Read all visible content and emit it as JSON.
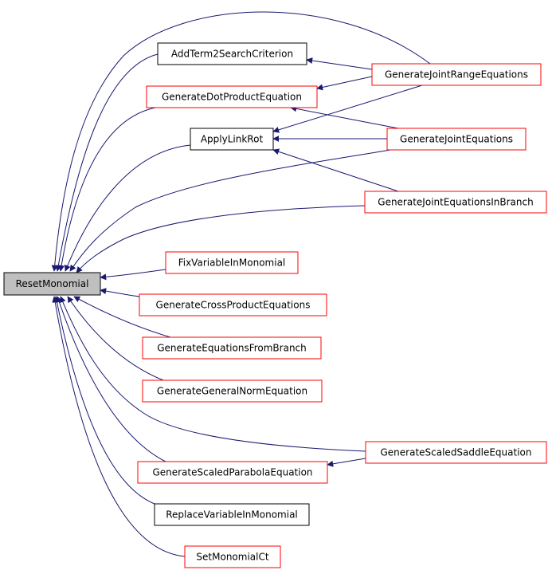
{
  "colors": {
    "edge": "#191970",
    "root_fill": "#bfbfbf",
    "root_border": "#000000",
    "caller_border_red": "#ff0000",
    "caller_border_black": "#000000",
    "text": "#000000",
    "background": "#ffffff"
  },
  "nodes": [
    {
      "id": "reset",
      "label": "ResetMonomial",
      "style": "root"
    },
    {
      "id": "addterm",
      "label": "AddTerm2SearchCriterion",
      "style": "black"
    },
    {
      "id": "gendot",
      "label": "GenerateDotProductEquation",
      "style": "red"
    },
    {
      "id": "applylink",
      "label": "ApplyLinkRot",
      "style": "black"
    },
    {
      "id": "genrange",
      "label": "GenerateJointRangeEquations",
      "style": "red"
    },
    {
      "id": "genjoint",
      "label": "GenerateJointEquations",
      "style": "red"
    },
    {
      "id": "genjointbranch",
      "label": "GenerateJointEquationsInBranch",
      "style": "red"
    },
    {
      "id": "fixvar",
      "label": "FixVariableInMonomial",
      "style": "red"
    },
    {
      "id": "gencross",
      "label": "GenerateCrossProductEquations",
      "style": "red"
    },
    {
      "id": "genfrombranch",
      "label": "GenerateEquationsFromBranch",
      "style": "red"
    },
    {
      "id": "gennorm",
      "label": "GenerateGeneralNormEquation",
      "style": "red"
    },
    {
      "id": "gensaddle",
      "label": "GenerateScaledSaddleEquation",
      "style": "red"
    },
    {
      "id": "genparabola",
      "label": "GenerateScaledParabolaEquation",
      "style": "red"
    },
    {
      "id": "replacevar",
      "label": "ReplaceVariableInMonomial",
      "style": "black"
    },
    {
      "id": "setct",
      "label": "SetMonomialCt",
      "style": "red"
    }
  ],
  "edges": [
    {
      "from": "addterm",
      "to": "reset"
    },
    {
      "from": "gendot",
      "to": "reset"
    },
    {
      "from": "applylink",
      "to": "reset"
    },
    {
      "from": "genrange",
      "to": "reset"
    },
    {
      "from": "genjoint",
      "to": "reset"
    },
    {
      "from": "genjointbranch",
      "to": "reset"
    },
    {
      "from": "fixvar",
      "to": "reset"
    },
    {
      "from": "gencross",
      "to": "reset"
    },
    {
      "from": "genfrombranch",
      "to": "reset"
    },
    {
      "from": "gennorm",
      "to": "reset"
    },
    {
      "from": "gensaddle",
      "to": "reset"
    },
    {
      "from": "genparabola",
      "to": "reset"
    },
    {
      "from": "replacevar",
      "to": "reset"
    },
    {
      "from": "setct",
      "to": "reset"
    },
    {
      "from": "genrange",
      "to": "addterm"
    },
    {
      "from": "genrange",
      "to": "gendot"
    },
    {
      "from": "genrange",
      "to": "applylink"
    },
    {
      "from": "genjoint",
      "to": "gendot"
    },
    {
      "from": "genjoint",
      "to": "applylink"
    },
    {
      "from": "genjointbranch",
      "to": "applylink"
    },
    {
      "from": "gensaddle",
      "to": "genparabola"
    }
  ]
}
